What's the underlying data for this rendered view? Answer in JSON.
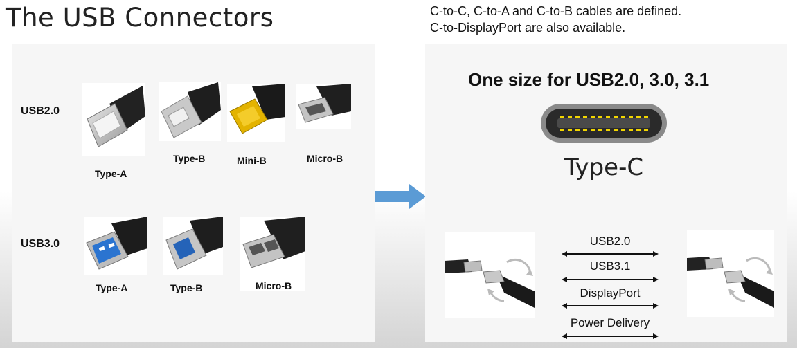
{
  "title": "The USB Connectors",
  "note": {
    "line1": "C-to-C, C-to-A and C-to-B cables are defined.",
    "line2": "C-to-DisplayPort are also available."
  },
  "left_panel": {
    "usb2": {
      "row_label": "USB2.0",
      "connectors": [
        {
          "label": "Type-A",
          "icon": "usb-type-a-connector"
        },
        {
          "label": "Type-B",
          "icon": "usb-type-b-connector"
        },
        {
          "label": "Mini-B",
          "icon": "usb-mini-b-connector"
        },
        {
          "label": "Micro-B",
          "icon": "usb-micro-b-connector"
        }
      ]
    },
    "usb3": {
      "row_label": "USB3.0",
      "connectors": [
        {
          "label": "Type-A",
          "icon": "usb3-type-a-connector"
        },
        {
          "label": "Type-B",
          "icon": "usb3-type-b-connector"
        },
        {
          "label": "Micro-B",
          "icon": "usb3-micro-b-connector"
        }
      ]
    }
  },
  "arrow": {
    "icon": "arrow-right-icon",
    "color": "#5b9bd5"
  },
  "right_panel": {
    "heading": "One size for USB2.0, 3.0, 3.1",
    "connector_name": "Type-C",
    "pin_color": "#f2d600",
    "signals": [
      "USB2.0",
      "USB3.1",
      "DisplayPort",
      "Power Delivery"
    ]
  }
}
